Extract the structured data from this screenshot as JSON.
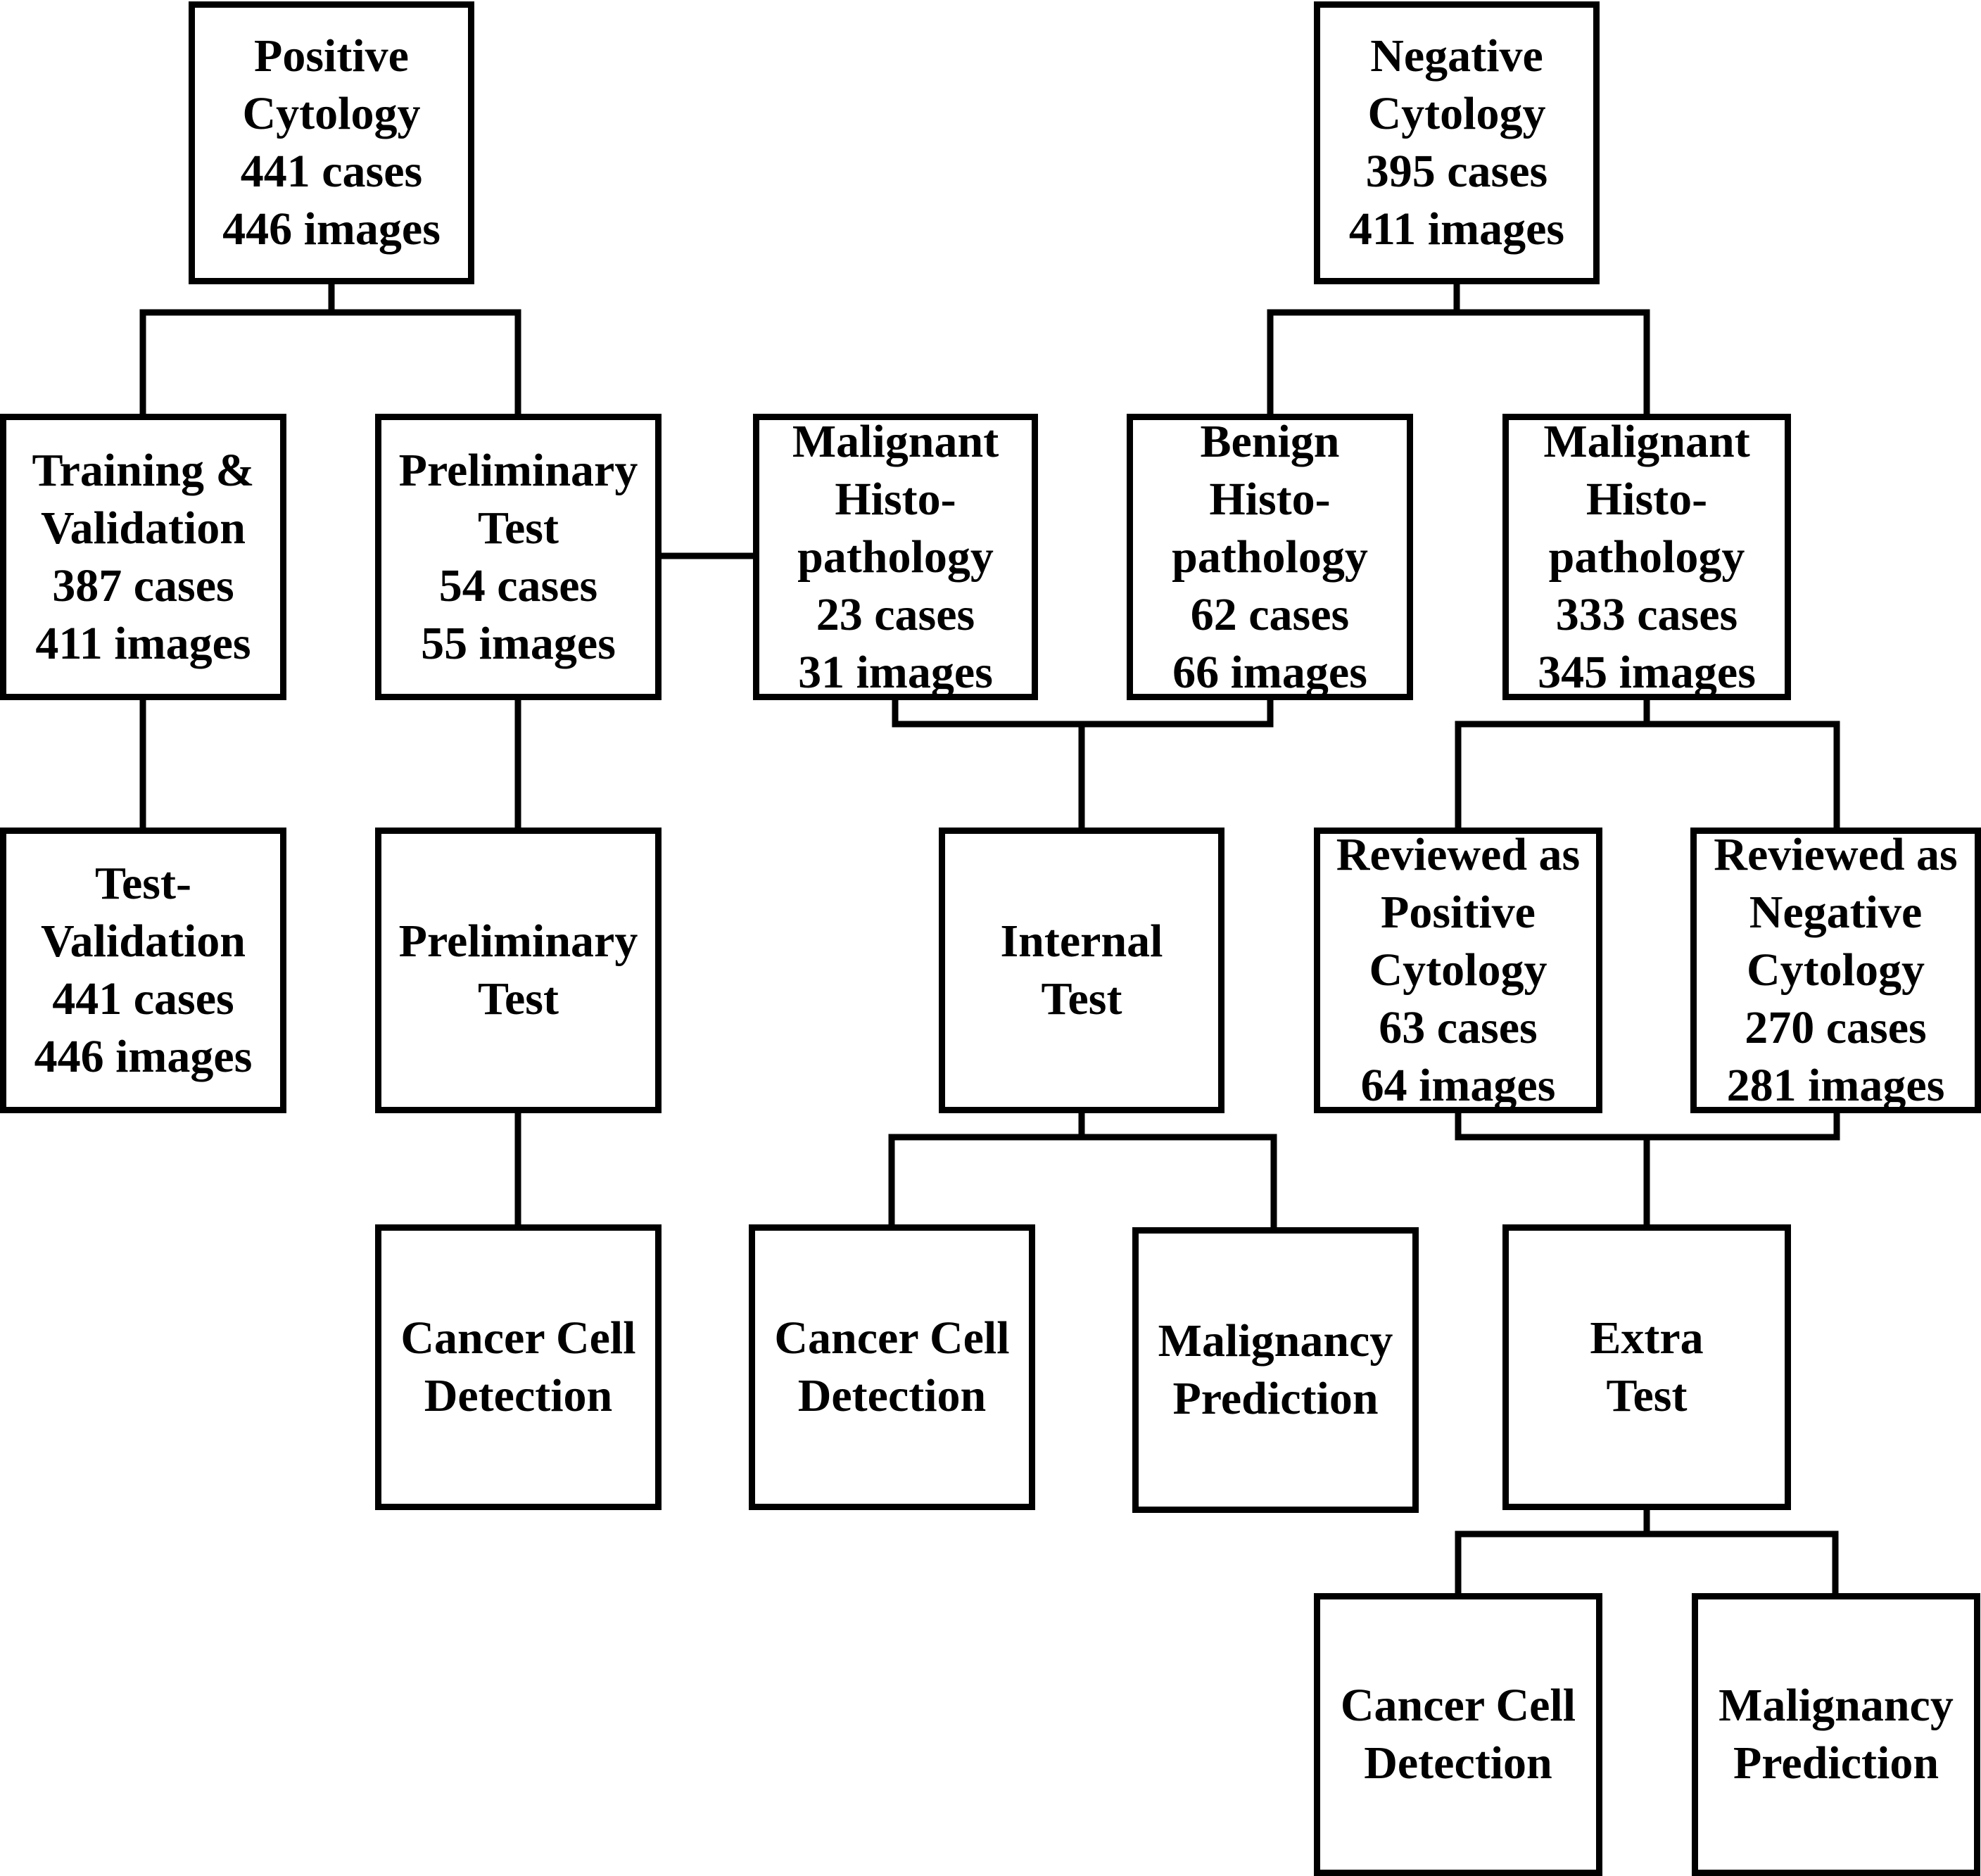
{
  "nodes": {
    "positive_cytology": {
      "lines": [
        "Positive",
        "Cytology",
        "441 cases",
        "446 images"
      ]
    },
    "negative_cytology": {
      "lines": [
        "Negative",
        "Cytology",
        "395 cases",
        "411 images"
      ]
    },
    "training_validation": {
      "lines": [
        "Training &",
        "Validation",
        "387 cases",
        "411 images"
      ]
    },
    "preliminary_test_split": {
      "lines": [
        "Preliminary",
        "Test",
        "54 cases",
        "55 images"
      ]
    },
    "malignant_histo_a": {
      "lines": [
        "Malignant",
        "Histo-",
        "pathology",
        "23 cases",
        "31 images"
      ]
    },
    "benign_histo": {
      "lines": [
        "Benign",
        "Histo-",
        "pathology",
        "62 cases",
        "66 images"
      ]
    },
    "malignant_histo_b": {
      "lines": [
        "Malignant",
        "Histo-",
        "pathology",
        "333 cases",
        "345 images"
      ]
    },
    "test_validation": {
      "lines": [
        "Test-",
        "Validation",
        "441 cases",
        "446 images"
      ]
    },
    "preliminary_test": {
      "lines": [
        "Preliminary",
        "Test"
      ]
    },
    "internal_test": {
      "lines": [
        "Internal",
        "Test"
      ]
    },
    "reviewed_positive": {
      "lines": [
        "Reviewed as",
        "Positive",
        "Cytology",
        "63 cases",
        "64 images"
      ]
    },
    "reviewed_negative": {
      "lines": [
        "Reviewed as",
        "Negative",
        "Cytology",
        "270 cases",
        "281 images"
      ]
    },
    "cancer_cell_detection_1": {
      "lines": [
        "Cancer Cell",
        "Detection"
      ]
    },
    "cancer_cell_detection_2": {
      "lines": [
        "Cancer Cell",
        "Detection"
      ]
    },
    "malignancy_prediction_1": {
      "lines": [
        "Malignancy",
        "Prediction"
      ]
    },
    "extra_test": {
      "lines": [
        "Extra",
        "Test"
      ]
    },
    "cancer_cell_detection_3": {
      "lines": [
        "Cancer Cell",
        "Detection"
      ]
    },
    "malignancy_prediction_2": {
      "lines": [
        "Malignancy",
        "Prediction"
      ]
    }
  }
}
